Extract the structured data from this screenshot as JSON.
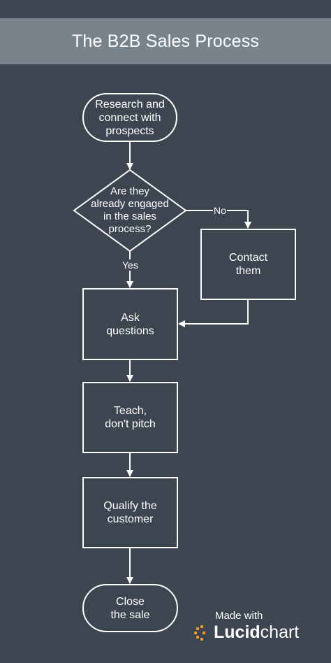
{
  "title": "The B2B Sales Process",
  "nodes": {
    "research": "Research and\nconnect with\nprospects",
    "decision": "Are they\nalready engaged\nin the sales\nprocess?",
    "contact": "Contact\nthem",
    "ask": "Ask\nquestions",
    "teach": "Teach,\ndon't pitch",
    "qualify": "Qualify the\ncustomer",
    "close": "Close\nthe sale"
  },
  "edges": {
    "yes": "Yes",
    "no": "No"
  },
  "brand": {
    "made_with": "Made with",
    "name_bold": "Lucid",
    "name_light": "chart",
    "accent": "#f79a2a"
  },
  "colors": {
    "background": "#3d4650",
    "header": "#79838c",
    "stroke": "#ffffff"
  }
}
